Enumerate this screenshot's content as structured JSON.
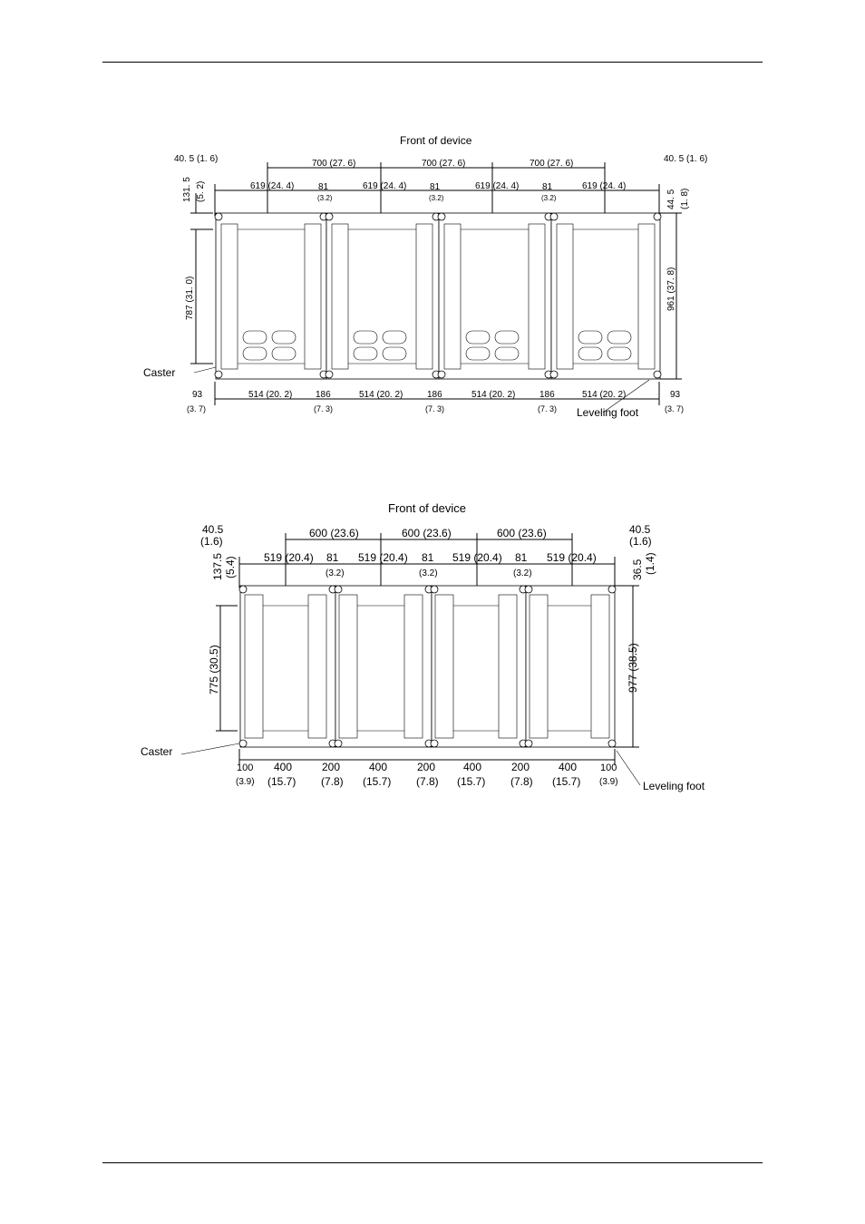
{
  "figure1": {
    "front_label": "Front of device",
    "caster_label": "Caster",
    "leveling_label": "Leveling foot",
    "top_left_corner": "40. 5 (1. 6)",
    "top_right_corner": "40. 5 (1. 6)",
    "pitch": [
      "700 (27. 6)",
      "700 (27. 6)",
      "700 (27. 6)"
    ],
    "top_widths": [
      "619 (24. 4)",
      "619 (24. 4)",
      "619 (24. 4)",
      "619 (24. 4)"
    ],
    "gap_top": "81",
    "gap_top_sub": "(3.2)",
    "left_offset_a": "131. 5",
    "left_offset_b": "(5. 2)",
    "right_offset_a": "44. 5",
    "right_offset_b": "(1. 8)",
    "left_height": "787 (31. 0)",
    "right_height": "961 (37. 8)",
    "bottom_end": "93",
    "bottom_end_sub": "(3. 7)",
    "bottom_widths": [
      "514 (20. 2)",
      "514 (20. 2)",
      "514 (20. 2)",
      "514 (20. 2)"
    ],
    "bottom_gap": "186",
    "bottom_gap_sub": "(7. 3)"
  },
  "figure2": {
    "front_label": "Front of device",
    "caster_label": "Caster",
    "leveling_label": "Leveling foot",
    "top_left_a": "40.5",
    "top_left_b": "(1.6)",
    "top_right_a": "40.5",
    "top_right_b": "(1.6)",
    "pitch": [
      "600 (23.6)",
      "600 (23.6)",
      "600 (23.6)"
    ],
    "top_widths": [
      "519 (20.4)",
      "519 (20.4)",
      "519 (20.4)",
      "519 (20.4)"
    ],
    "gap_top": "81",
    "gap_top_sub": "(3.2)",
    "left_offset_a": "137.5",
    "left_offset_b": "(5.4)",
    "right_offset_a": "36.5",
    "right_offset_b": "(1.4)",
    "left_height": "775 (30.5)",
    "right_height": "977 (38.5)",
    "bottom_end": "100",
    "bottom_end_sub": "(3.9)",
    "bottom_widths": [
      "400",
      "400",
      "400",
      "400"
    ],
    "bottom_widths_sub": [
      "(15.7)",
      "(15.7)",
      "(15.7)",
      "(15.7)"
    ],
    "bottom_gap": "200",
    "bottom_gap_sub": "(7.8)"
  }
}
